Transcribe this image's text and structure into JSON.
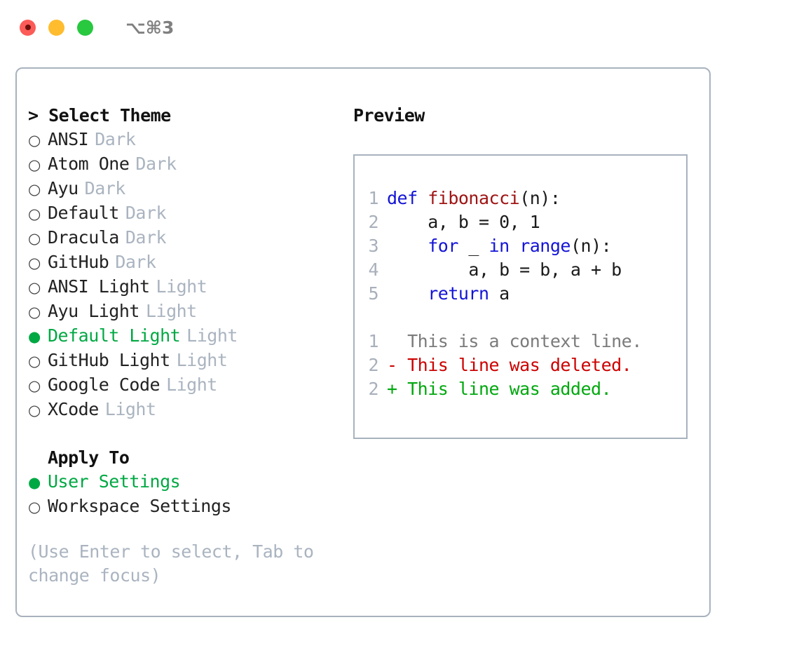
{
  "titlebar": {
    "shortcut": "⌥⌘3",
    "lights": [
      "close-red",
      "minimize-yellow",
      "zoom-green"
    ]
  },
  "theme_picker": {
    "header": "> Select Theme",
    "marker_selected": "●",
    "marker_unselected": "○",
    "items": [
      {
        "label": "ANSI",
        "tag": "Dark",
        "selected": false
      },
      {
        "label": "Atom One",
        "tag": "Dark",
        "selected": false
      },
      {
        "label": "Ayu",
        "tag": "Dark",
        "selected": false
      },
      {
        "label": "Default",
        "tag": "Dark",
        "selected": false
      },
      {
        "label": "Dracula",
        "tag": "Dark",
        "selected": false
      },
      {
        "label": "GitHub",
        "tag": "Dark",
        "selected": false
      },
      {
        "label": "ANSI Light",
        "tag": "Light",
        "selected": false
      },
      {
        "label": "Ayu Light",
        "tag": "Light",
        "selected": false
      },
      {
        "label": "Default Light",
        "tag": "Light",
        "selected": true
      },
      {
        "label": "GitHub Light",
        "tag": "Light",
        "selected": false
      },
      {
        "label": "Google Code",
        "tag": "Light",
        "selected": false
      },
      {
        "label": "XCode",
        "tag": "Light",
        "selected": false
      }
    ]
  },
  "apply_to": {
    "header": "Apply To",
    "items": [
      {
        "label": "User Settings",
        "selected": true
      },
      {
        "label": "Workspace Settings",
        "selected": false
      }
    ]
  },
  "hint": "(Use Enter to select, Tab to change focus)",
  "preview": {
    "header": "Preview",
    "code_lines": [
      {
        "num": "1",
        "parts": [
          {
            "text": "def ",
            "kind": "kw"
          },
          {
            "text": "fibonacci",
            "kind": "fn"
          },
          {
            "text": "(n):",
            "kind": "plain"
          }
        ]
      },
      {
        "num": "2",
        "parts": [
          {
            "text": "    a, b = 0, 1",
            "kind": "plain"
          }
        ]
      },
      {
        "num": "3",
        "parts": [
          {
            "text": "    ",
            "kind": "plain"
          },
          {
            "text": "for",
            "kind": "kw"
          },
          {
            "text": " _ ",
            "kind": "plain"
          },
          {
            "text": "in",
            "kind": "kw"
          },
          {
            "text": " ",
            "kind": "plain"
          },
          {
            "text": "range",
            "kind": "kw"
          },
          {
            "text": "(n):",
            "kind": "plain"
          }
        ]
      },
      {
        "num": "4",
        "parts": [
          {
            "text": "        a, b = b, a + b",
            "kind": "plain"
          }
        ]
      },
      {
        "num": "5",
        "parts": [
          {
            "text": "    ",
            "kind": "plain"
          },
          {
            "text": "return",
            "kind": "kw"
          },
          {
            "text": " a",
            "kind": "plain"
          }
        ]
      }
    ],
    "diff_lines": [
      {
        "num": "1",
        "text": "  This is a context line.",
        "kind": "ctx"
      },
      {
        "num": "2",
        "text": "- This line was deleted.",
        "kind": "del"
      },
      {
        "num": "2",
        "text": "+ This line was added.",
        "kind": "add"
      }
    ]
  },
  "colors": {
    "selected_green": "#00a843",
    "keyword_blue": "#1414d6",
    "function_red": "#a01515",
    "diff_delete": "#cc0000",
    "diff_add": "#00a80e",
    "muted_gray": "#aab4c0",
    "border": "#a8b2be"
  }
}
